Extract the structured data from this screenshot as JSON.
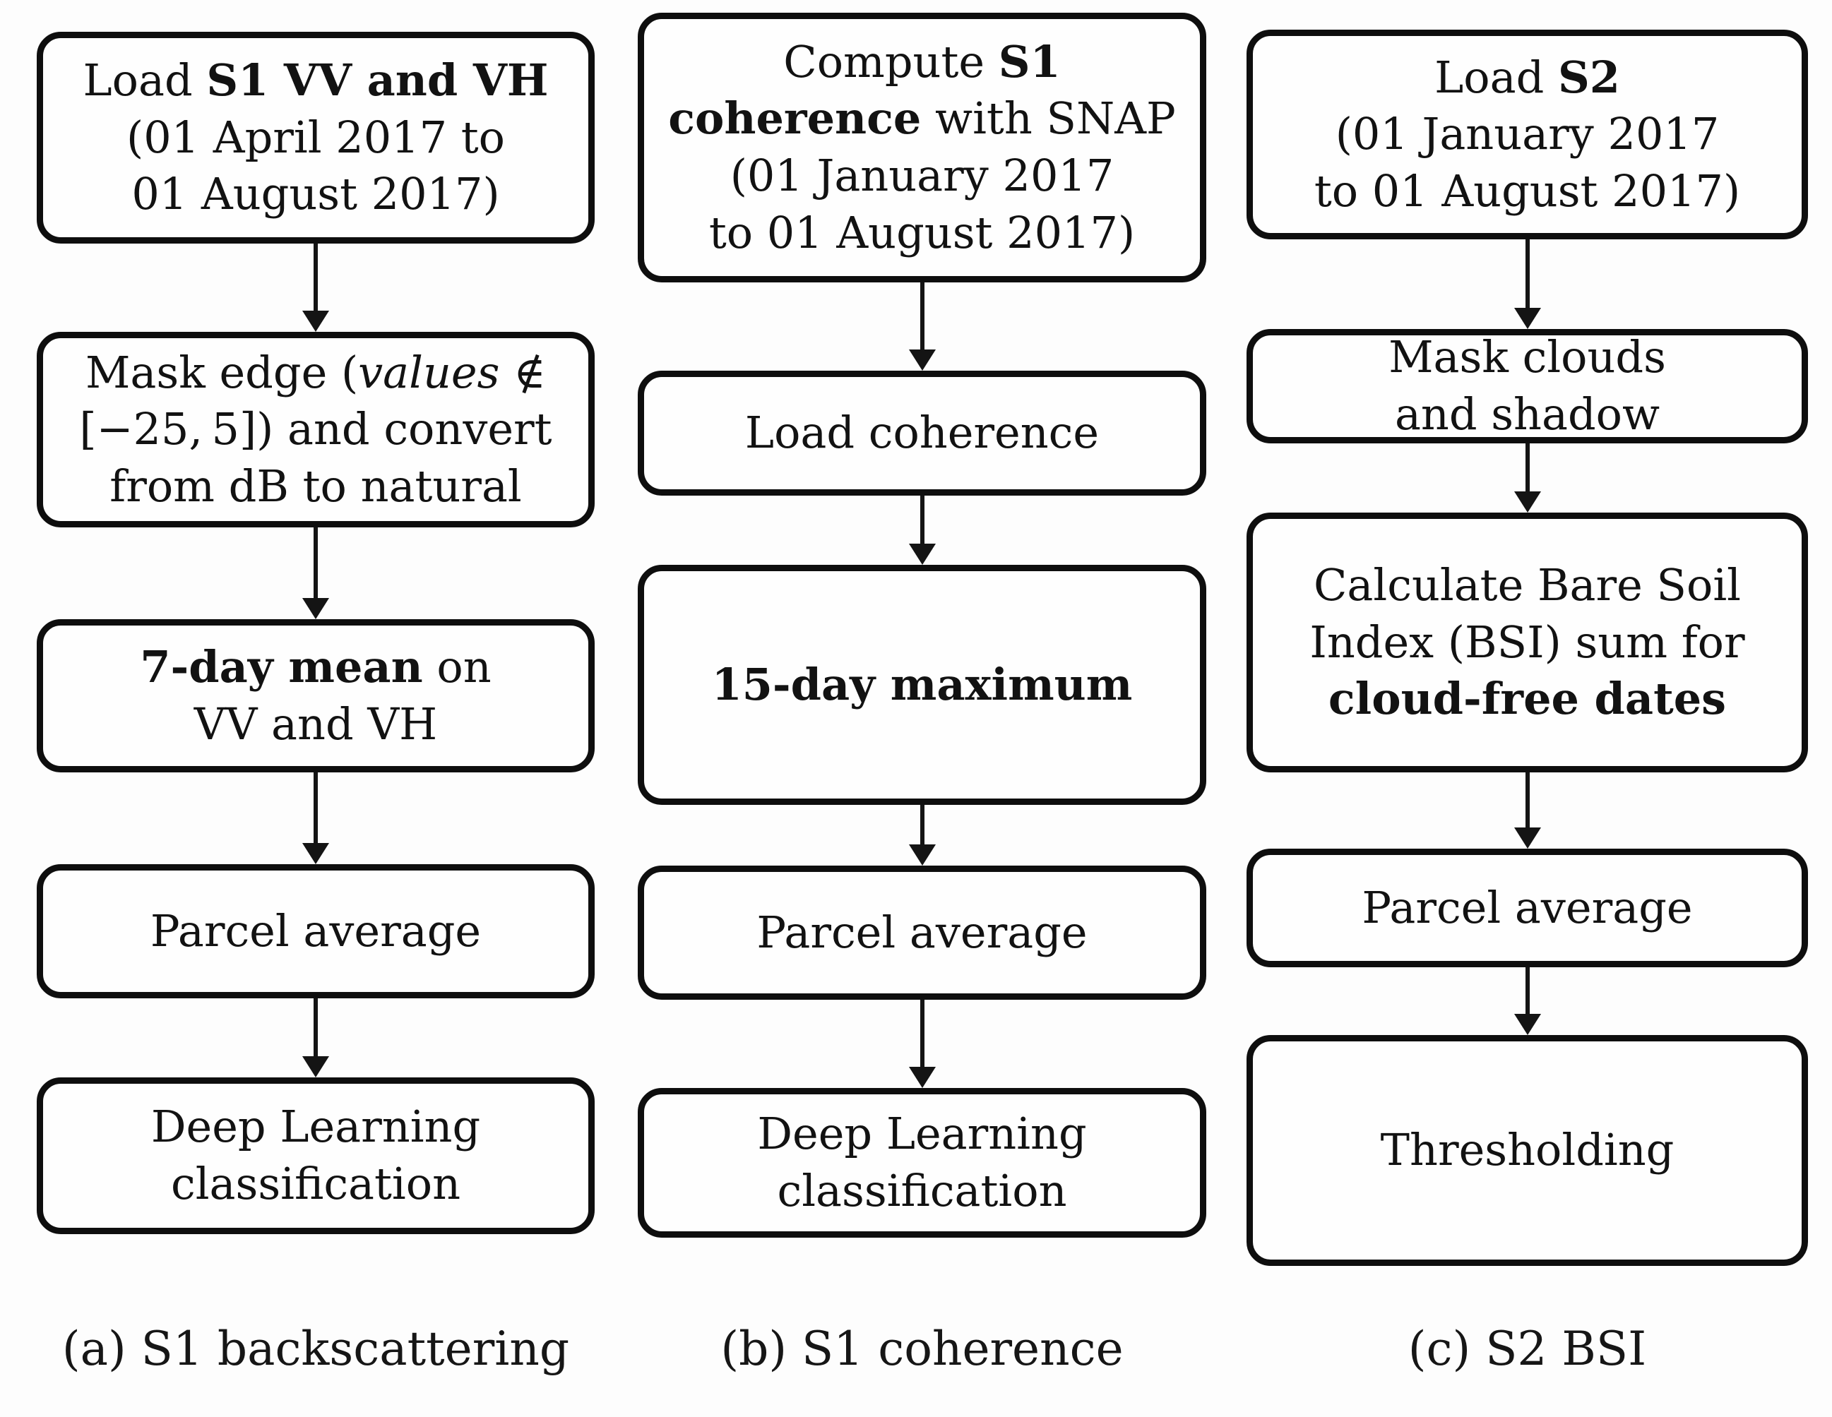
{
  "figure": {
    "columns": [
      {
        "caption": "(a) S1 backscattering",
        "boxes": [
          {
            "lines": [
              [
                {
                  "t": "Load "
                },
                {
                  "t": "S1 VV and VH",
                  "b": 1
                }
              ],
              [
                {
                  "t": "(01 April 2017 to"
                }
              ],
              [
                {
                  "t": "01 August 2017)"
                }
              ]
            ]
          },
          {
            "lines": [
              [
                {
                  "t": "Mask edge ("
                },
                {
                  "t": "values",
                  "i": 1
                },
                {
                  "t": " ∉"
                }
              ],
              [
                {
                  "t": "[−25, 5]) and convert"
                }
              ],
              [
                {
                  "t": "from dB to natural"
                }
              ]
            ]
          },
          {
            "lines": [
              [
                {
                  "t": "7-day mean",
                  "b": 1
                },
                {
                  "t": " on"
                }
              ],
              [
                {
                  "t": "VV and VH"
                }
              ]
            ]
          },
          {
            "lines": [
              [
                {
                  "t": "Parcel average"
                }
              ]
            ]
          },
          {
            "lines": [
              [
                {
                  "t": "Deep Learning"
                }
              ],
              [
                {
                  "t": "classification"
                }
              ]
            ]
          }
        ]
      },
      {
        "caption": "(b) S1 coherence",
        "boxes": [
          {
            "lines": [
              [
                {
                  "t": "Compute "
                },
                {
                  "t": "S1",
                  "b": 1
                }
              ],
              [
                {
                  "t": "coherence",
                  "b": 1
                },
                {
                  "t": " with SNAP"
                }
              ],
              [
                {
                  "t": "(01 January 2017"
                }
              ],
              [
                {
                  "t": "to 01 August 2017)"
                }
              ]
            ]
          },
          {
            "lines": [
              [
                {
                  "t": "Load coherence"
                }
              ]
            ]
          },
          {
            "lines": [
              [
                {
                  "t": "15-day maximum",
                  "b": 1
                }
              ]
            ]
          },
          {
            "lines": [
              [
                {
                  "t": "Parcel average"
                }
              ]
            ]
          },
          {
            "lines": [
              [
                {
                  "t": "Deep Learning"
                }
              ],
              [
                {
                  "t": "classification"
                }
              ]
            ]
          }
        ]
      },
      {
        "caption": "(c) S2 BSI",
        "boxes": [
          {
            "lines": [
              [
                {
                  "t": "Load "
                },
                {
                  "t": "S2",
                  "b": 1
                }
              ],
              [
                {
                  "t": "(01 January 2017"
                }
              ],
              [
                {
                  "t": "to 01 August 2017)"
                }
              ]
            ]
          },
          {
            "lines": [
              [
                {
                  "t": "Mask clouds"
                }
              ],
              [
                {
                  "t": "and shadow"
                }
              ]
            ]
          },
          {
            "lines": [
              [
                {
                  "t": "Calculate Bare Soil"
                }
              ],
              [
                {
                  "t": "Index (BSI) sum for"
                }
              ],
              [
                {
                  "t": "cloud-free dates",
                  "b": 1
                }
              ]
            ]
          },
          {
            "lines": [
              [
                {
                  "t": "Parcel average"
                }
              ]
            ]
          },
          {
            "lines": [
              [
                {
                  "t": "Thresholding"
                }
              ]
            ]
          }
        ]
      }
    ]
  }
}
